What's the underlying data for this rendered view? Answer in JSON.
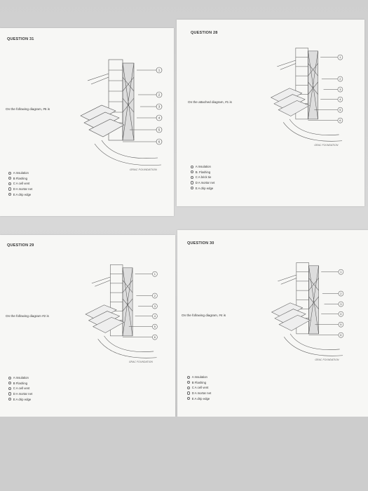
{
  "panels": [
    {
      "title": "QUESTION 31",
      "question": "On the following diagram, #5 is",
      "options": [
        "A Insulation",
        "B Flashing",
        "C A cell vent",
        "D A mortar net",
        "E A drip edge"
      ]
    },
    {
      "title": "QUESTION 28",
      "question": "On the attached diagram, #1 is",
      "options": [
        "A Insulation",
        "B. Flashing",
        "C A brick tie",
        "D A mortar net",
        "E A drip edge"
      ]
    },
    {
      "title": "QUESTION 29",
      "question": "On the following diagram #2 is",
      "options": [
        "A Insulation",
        "B Flashing",
        "C A cell vent",
        "D A mortar net",
        "E A drip edge"
      ]
    },
    {
      "title": "QUESTION 30",
      "question": "On the following diagram, #4 is",
      "options": [
        "A Insulation",
        "B Flashing",
        "C A cell vent",
        "D A mortar net",
        "E A drip edge"
      ]
    }
  ],
  "diagram": {
    "callouts": [
      "1",
      "2",
      "3",
      "4",
      "5",
      "6"
    ],
    "stamp": "GRAC FOUNDATION"
  },
  "colors": {
    "panel": "#f7f7f5",
    "background": "#d4d4d4",
    "ink": "#333333"
  }
}
